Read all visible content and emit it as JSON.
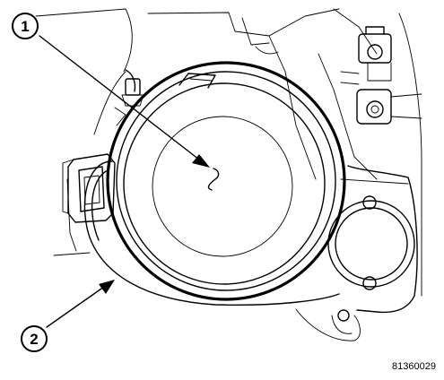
{
  "diagram": {
    "callouts": [
      {
        "label": "1"
      },
      {
        "label": "2"
      }
    ],
    "figure_id": "81360029",
    "colors": {
      "line": "#000000",
      "background": "#ffffff"
    }
  }
}
